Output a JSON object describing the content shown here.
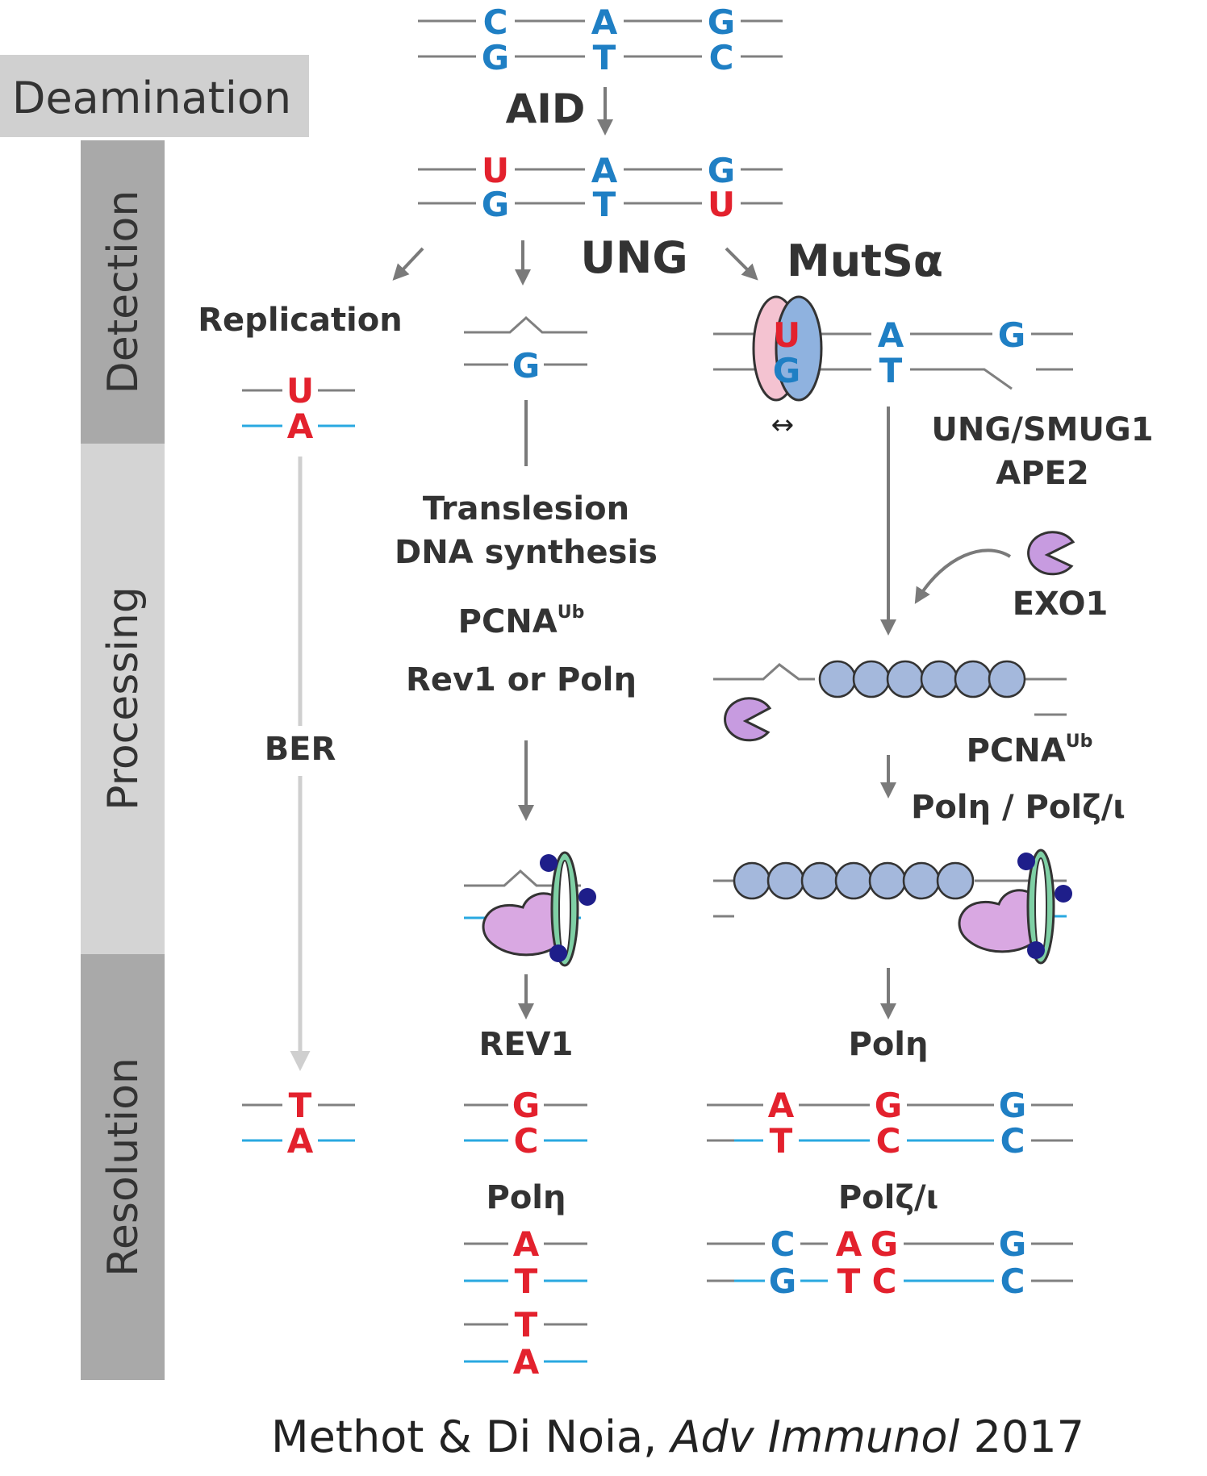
{
  "colors": {
    "blue": "#1f7fc4",
    "red": "#e3212d",
    "strand": "#808080",
    "cyan_strand": "#29a8e0",
    "arrow": "#7a7a7a",
    "ber_line": "#cfcfcf",
    "stage_dark": "#a9a9a9",
    "stage_light": "#d4d4d4",
    "deamination_bg": "#d0d0d0",
    "bead": "#a4b8dc",
    "exo": "#c79be0",
    "polymerase": "#d9a8e2",
    "clamp": "#7fd0a5",
    "msh_pink": "#f4c3d1",
    "msh_blue": "#8fb2df"
  },
  "stages": {
    "deamination": "Deamination",
    "detection": "Detection",
    "processing": "Processing",
    "resolution": "Resolution"
  },
  "top": {
    "strand1": [
      "C",
      "A",
      "G"
    ],
    "strand2": [
      "G",
      "T",
      "C"
    ],
    "enzyme": "AID",
    "deaminated1": [
      "U",
      "A",
      "G"
    ],
    "deaminated2": [
      "G",
      "T",
      "U"
    ]
  },
  "detection": {
    "ung": "UNG",
    "mutsa": "MutSα",
    "replication": "Replication",
    "rep_top": "U",
    "rep_bottom": "A",
    "abasic_bottom": "G",
    "mms_top": [
      "U",
      "A",
      "G"
    ],
    "mms_bottom": [
      "G",
      "T"
    ],
    "sliding": "↔"
  },
  "processing": {
    "ber": "BER",
    "translesion1": "Translesion",
    "translesion2": "DNA synthesis",
    "pcna_left": "PCNA",
    "pcna_left_sup": "Ub",
    "rev1_or_pol": "Rev1 or Polη",
    "ung_smug1": "UNG/SMUG1",
    "ape2": "APE2",
    "exo1": "EXO1",
    "pcna_right": "PCNA",
    "pcna_right_sup": "Ub",
    "pol_right": "Polη / Polζ/ι"
  },
  "resolution": {
    "ber_top": "T",
    "ber_bottom": "A",
    "rev1": "REV1",
    "rev1_top": "G",
    "rev1_bottom": "C",
    "poleta_left": "Polη",
    "poleta_left_bases": [
      "A",
      "T",
      "T",
      "A"
    ],
    "poleta_right": "Polη",
    "poleta_right_top": [
      "A",
      "G",
      "G"
    ],
    "poleta_right_bottom": [
      "T",
      "C",
      "C"
    ],
    "polzeta": "Polζ/ι",
    "polzeta_top": [
      "C",
      "A",
      "G",
      "G"
    ],
    "polzeta_bottom": [
      "G",
      "T",
      "C",
      "C"
    ]
  },
  "citation": {
    "authors": "Methot & Di Noia, ",
    "journal": "Adv Immunol",
    "year": " 2017"
  }
}
